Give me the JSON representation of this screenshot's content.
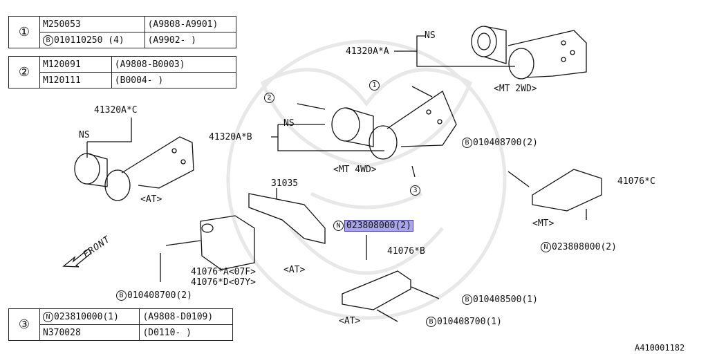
{
  "legend_tables": [
    {
      "ref": "①",
      "rows": [
        {
          "prefix": "",
          "part": "M250053",
          "range": "(A9808-A9901)"
        },
        {
          "prefix": "B",
          "part": "010110250 (4)",
          "range": "(A9902-       )"
        }
      ]
    },
    {
      "ref": "②",
      "rows": [
        {
          "prefix": "",
          "part": "M120091",
          "range": "(A9808-B0003)"
        },
        {
          "prefix": "",
          "part": "M120111",
          "range": "(B0004-       )"
        }
      ]
    },
    {
      "ref": "③",
      "rows": [
        {
          "prefix": "N",
          "part": "023810000(1)",
          "range": "(A9808-D0109)"
        },
        {
          "prefix": "",
          "part": "N370028",
          "range": "(D0110-       )"
        }
      ]
    }
  ],
  "labels": {
    "mt2wd_part": "41320A*A",
    "mt2wd_ns": "NS",
    "mt2wd_caption": "<MT 2WD>",
    "mt4wd_part": "41320A*B",
    "mt4wd_ns": "NS",
    "mt4wd_caption": "<MT 4WD>",
    "at_part": "41320A*C",
    "at_ns": "NS",
    "at_caption": "<AT>",
    "ref1": "1",
    "ref2": "2",
    "ref3": "3",
    "bolt_mt4wd_prefix": "B",
    "bolt_mt4wd": "010408700(2)",
    "crossmember_mt": "41076*C",
    "crossmember_mt_caption": "<MT>",
    "nut_mt_prefix": "N",
    "nut_mt": "023808000(2)",
    "damper_part": "31035",
    "highlight_prefix": "N",
    "highlight_part": "023808000(2)",
    "crossmember_at_b": "41076*B",
    "front": "FRONT",
    "crossmember_a": "41076*A<07F>",
    "crossmember_d": "41076*D<07Y>",
    "crossmember_ad_caption": "<AT>",
    "bolt_at_left_prefix": "B",
    "bolt_at_left": "010408700(2)",
    "bolt_500_prefix": "B",
    "bolt_500": "010408500(1)",
    "bolt_700_prefix": "B",
    "bolt_700": "010408700(1)",
    "crossmember_at_b_caption": "<AT>",
    "figure_id": "A410001182"
  }
}
